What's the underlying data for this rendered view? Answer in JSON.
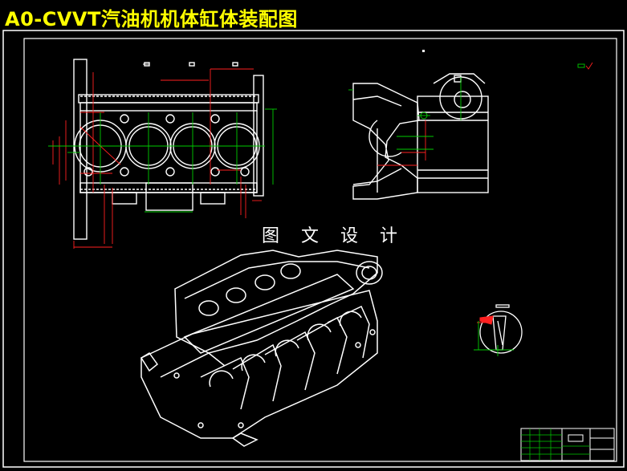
{
  "title": "A0-CVVT汽油机机体缸体装配图",
  "watermark": "图 文 设 计",
  "colors": {
    "background": "#000000",
    "title": "#ffff00",
    "outline": "#ffffff",
    "dimension": "#ff2020",
    "centerline": "#00cc00"
  },
  "views": [
    {
      "name": "front-section-view"
    },
    {
      "name": "side-section-view"
    },
    {
      "name": "isometric-3d-view"
    },
    {
      "name": "detail-view"
    },
    {
      "name": "title-block"
    }
  ]
}
